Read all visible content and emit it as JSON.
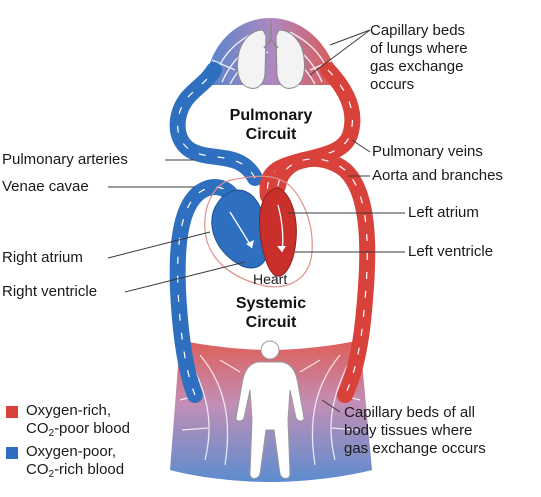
{
  "labels": {
    "capillary_lungs": [
      "Capillary beds",
      "of lungs where",
      "gas exchange",
      "occurs"
    ],
    "pulmonary_circuit": [
      "Pulmonary",
      "Circuit"
    ],
    "pulmonary_arteries": "Pulmonary arteries",
    "venae_cavae": "Venae cavae",
    "pulmonary_veins": "Pulmonary veins",
    "aorta": "Aorta and branches",
    "left_atrium": "Left atrium",
    "left_ventricle": "Left ventricle",
    "right_atrium": "Right atrium",
    "right_ventricle": "Right ventricle",
    "heart": "Heart",
    "systemic_circuit": [
      "Systemic",
      "Circuit"
    ],
    "capillary_body": [
      "Capillary beds of all",
      "body tissues where",
      "gas exchange occurs"
    ]
  },
  "legend": [
    {
      "line1": "Oxygen-rich,",
      "co2_prefix": "CO",
      "co2_sub": "2",
      "co2_suffix": "-poor blood",
      "color": "#d9423a"
    },
    {
      "line1": "Oxygen-poor,",
      "co2_prefix": "CO",
      "co2_sub": "2",
      "co2_suffix": "-rich blood",
      "color": "#2f6fc0"
    }
  ],
  "colors": {
    "oxygen_rich": "#d9423a",
    "oxygen_poor": "#2f6fc0",
    "mixed": "#a77ab8"
  }
}
